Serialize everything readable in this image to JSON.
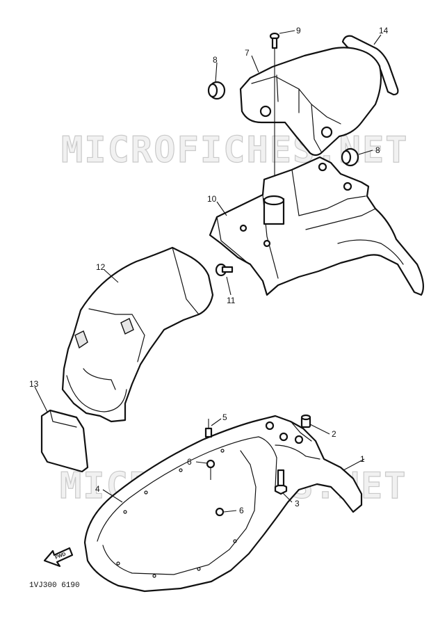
{
  "watermarks": [
    "MICROFICHES.NET",
    "MICROFICHES.NET"
  ],
  "parts": [
    {
      "id": "1",
      "label": "1"
    },
    {
      "id": "2",
      "label": "2"
    },
    {
      "id": "3",
      "label": "3"
    },
    {
      "id": "4",
      "label": "4"
    },
    {
      "id": "5",
      "label": "5"
    },
    {
      "id": "6a",
      "label": "6"
    },
    {
      "id": "6b",
      "label": "6"
    },
    {
      "id": "7",
      "label": "7"
    },
    {
      "id": "8a",
      "label": "8"
    },
    {
      "id": "8b",
      "label": "8"
    },
    {
      "id": "9",
      "label": "9"
    },
    {
      "id": "10",
      "label": "10"
    },
    {
      "id": "11",
      "label": "11"
    },
    {
      "id": "12",
      "label": "12"
    },
    {
      "id": "13",
      "label": "13"
    },
    {
      "id": "14",
      "label": "14"
    }
  ],
  "direction_arrow": "FWD",
  "diagram_code": "1VJ300 6190"
}
